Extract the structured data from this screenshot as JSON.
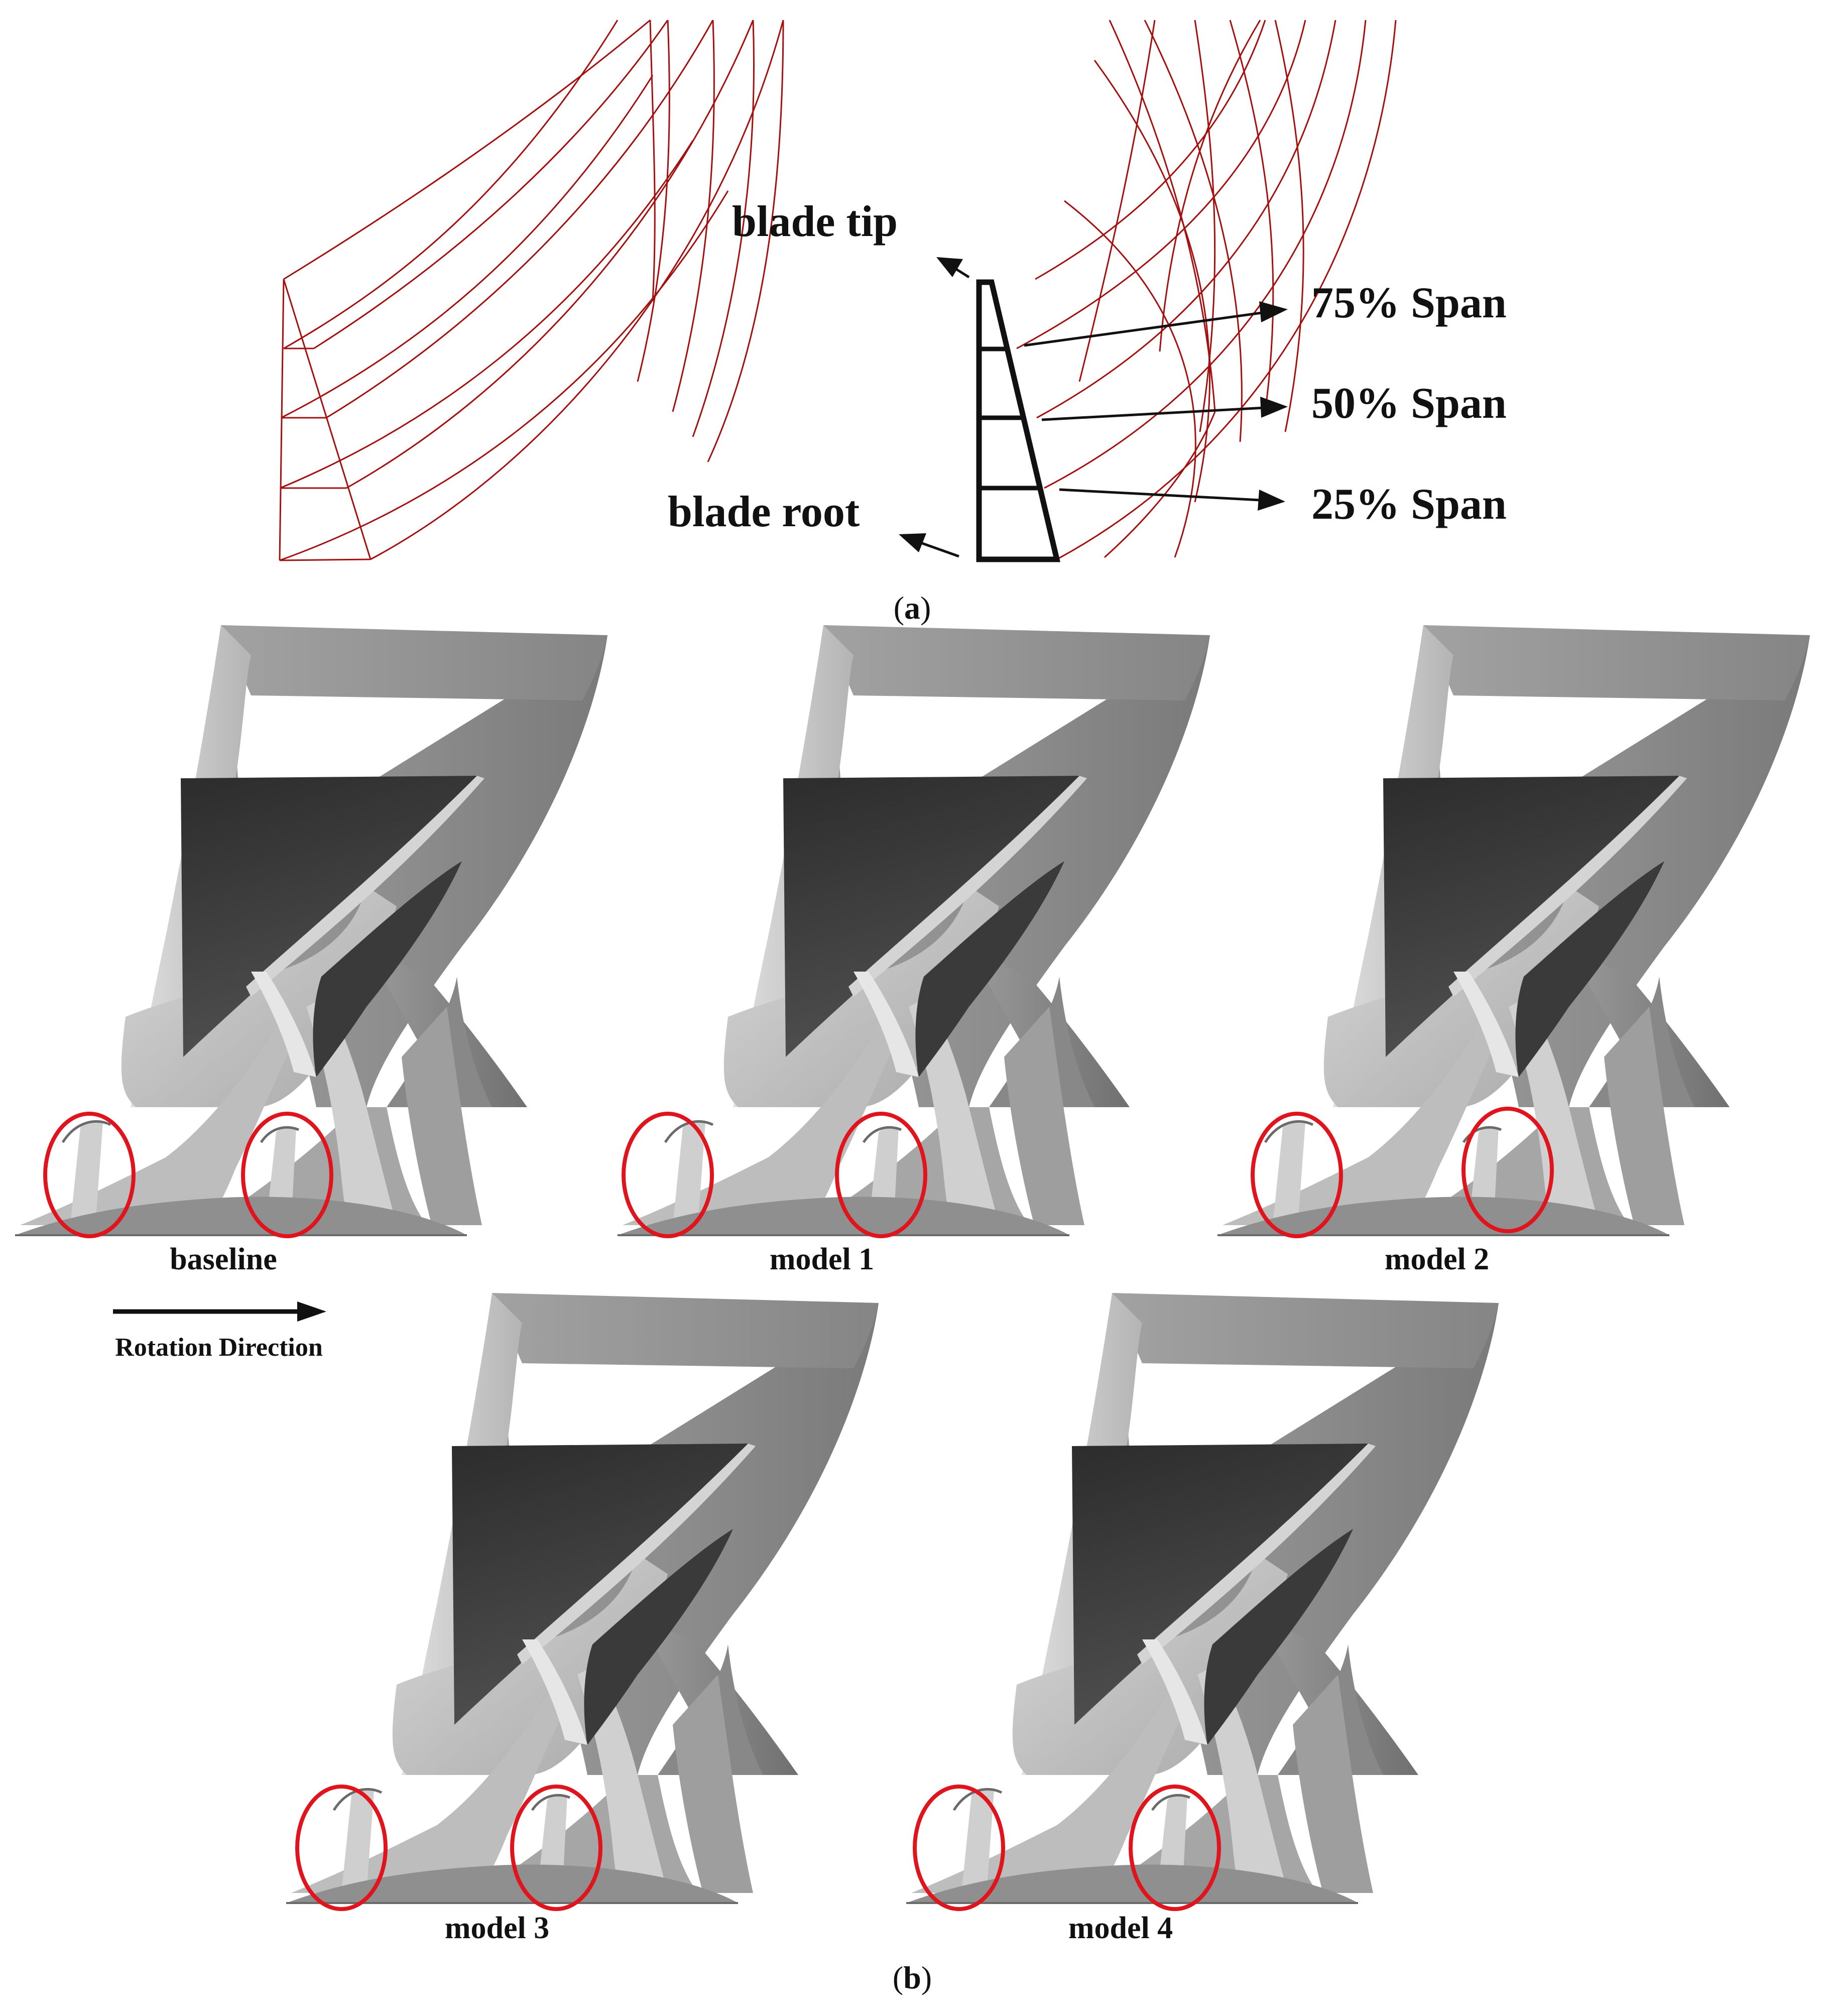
{
  "panel_a": {
    "caption_letter": "a",
    "labels": {
      "blade_tip": "blade tip",
      "blade_root": "blade root",
      "span_75": "75% Span",
      "span_50": "50% Span",
      "span_25": "25% Span"
    }
  },
  "panel_b": {
    "caption_letter": "b",
    "models": [
      "baseline",
      "model 1",
      "model 2",
      "model 3",
      "model 4"
    ],
    "rotation_label": "Rotation Direction"
  },
  "colors": {
    "wireframe": "#a3100f",
    "highlight_circle": "#e0141c",
    "blade_light": "#c8c8c8",
    "blade_dark": "#3c3c3c"
  }
}
